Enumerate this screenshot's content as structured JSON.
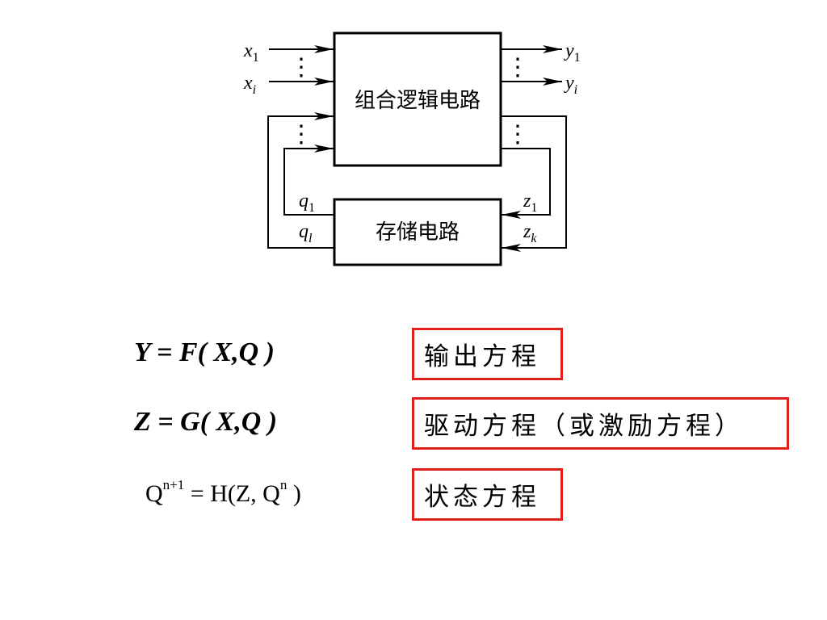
{
  "diagram": {
    "combinational_block": "组合逻辑电路",
    "storage_block": "存储电路",
    "inputs": {
      "first": {
        "base": "x",
        "sub": "1"
      },
      "last": {
        "base": "x",
        "sub": "i"
      }
    },
    "outputs": {
      "first": {
        "base": "y",
        "sub": "1"
      },
      "last": {
        "base": "y",
        "sub": "i"
      }
    },
    "state_signals": {
      "first": {
        "base": "q",
        "sub": "1"
      },
      "last": {
        "base": "q",
        "sub": "l"
      }
    },
    "drive_signals": {
      "first": {
        "base": "z",
        "sub": "1"
      },
      "last": {
        "base": "z",
        "sub": "k"
      }
    },
    "ellipsis": "⋮"
  },
  "equations": [
    {
      "lhs": "Y",
      "eq": " = ",
      "func": "F",
      "args": "( X,Q )",
      "label": "输出方程"
    },
    {
      "lhs": "Z",
      "eq": " = ",
      "func": "G",
      "args": "( X,Q )",
      "label": "驱动方程（或激励方程）"
    },
    {
      "lhs": "Q",
      "lhs_sup": "n+1",
      "eq": " = ",
      "func": "H",
      "args_open": "(Z, Q",
      "args_sup": "n",
      "args_close": " )",
      "label": "状态方程"
    }
  ],
  "colors": {
    "line": "#000000",
    "label_border": "#e0201b"
  }
}
